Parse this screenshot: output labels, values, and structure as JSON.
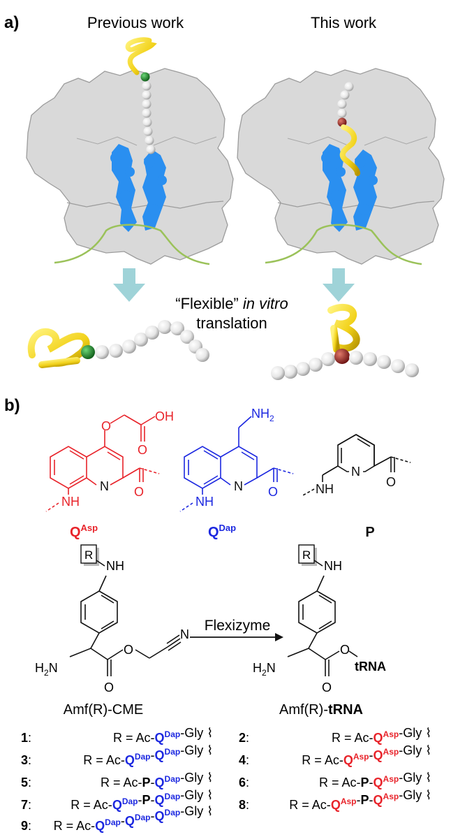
{
  "panel_a": {
    "label": "a)",
    "left_title": "Previous work",
    "right_title": "This work",
    "caption_quote_open": "“Flexible”",
    "caption_italic": "in vitro",
    "caption_line2": "translation"
  },
  "panel_b": {
    "label": "b)",
    "structures": {
      "qasp": {
        "name_main": "Q",
        "name_sup": "Asp",
        "oh": "OH",
        "o1": "O",
        "o2": "O",
        "n": "N",
        "nh": "NH"
      },
      "qdap": {
        "name_main": "Q",
        "name_sup": "Dap",
        "nh2": "NH",
        "nh2_sub": "2",
        "n": "N",
        "nh": "NH",
        "o": "O"
      },
      "p": {
        "name": "P",
        "n": "N",
        "nh": "NH",
        "o": "O"
      }
    },
    "reaction": {
      "r_box": "R",
      "nh": "NH",
      "h2n": "H",
      "h2n_sub": "2",
      "h2n_n": "N",
      "o_carbonyl": "O",
      "o_ester": "O",
      "n_nitrile": "N",
      "o_trna": "O",
      "trna": "tRNA",
      "arrow_label": "Flexizyme",
      "left_name": "Amf(R)-CME",
      "right_name_prefix": "Amf(R)-",
      "right_name_bold": "tRNA"
    },
    "compounds": [
      {
        "id": "1",
        "prefix": "R = Ac-",
        "units": [
          "QDap"
        ],
        "suffix": "-Gly"
      },
      {
        "id": "2",
        "prefix": "R = Ac-",
        "units": [
          "QAsp"
        ],
        "suffix": "-Gly"
      },
      {
        "id": "3",
        "prefix": "R = Ac-",
        "units": [
          "QDap",
          "QDap"
        ],
        "suffix": "-Gly"
      },
      {
        "id": "4",
        "prefix": "R = Ac-",
        "units": [
          "QAsp",
          "QAsp"
        ],
        "suffix": "-Gly"
      },
      {
        "id": "5",
        "prefix": "R = Ac-",
        "units": [
          "P",
          "QDap"
        ],
        "suffix": "-Gly"
      },
      {
        "id": "6",
        "prefix": "R = Ac-",
        "units": [
          "P",
          "QAsp"
        ],
        "suffix": "-Gly"
      },
      {
        "id": "7",
        "prefix": "R = Ac-",
        "units": [
          "QDap",
          "P",
          "QDap"
        ],
        "suffix": "-Gly"
      },
      {
        "id": "8",
        "prefix": "R = Ac-",
        "units": [
          "QAsp",
          "P",
          "QAsp"
        ],
        "suffix": "-Gly"
      },
      {
        "id": "9",
        "prefix": "R = Ac-",
        "units": [
          "QDap",
          "QDap",
          "QDap"
        ],
        "suffix": "-Gly"
      }
    ]
  },
  "colors": {
    "asp_red": "#e8232a",
    "dap_blue": "#1c28e0",
    "ribosome_gray": "#d9d9d9",
    "trna_blue": "#2a8ff0",
    "mrna_green": "#9bc25a",
    "helix_yellow": "#f2d21b",
    "arrow_teal": "#9fd3d8",
    "green_bead": "#1e8a2a",
    "red_bead": "#a52a2a"
  }
}
